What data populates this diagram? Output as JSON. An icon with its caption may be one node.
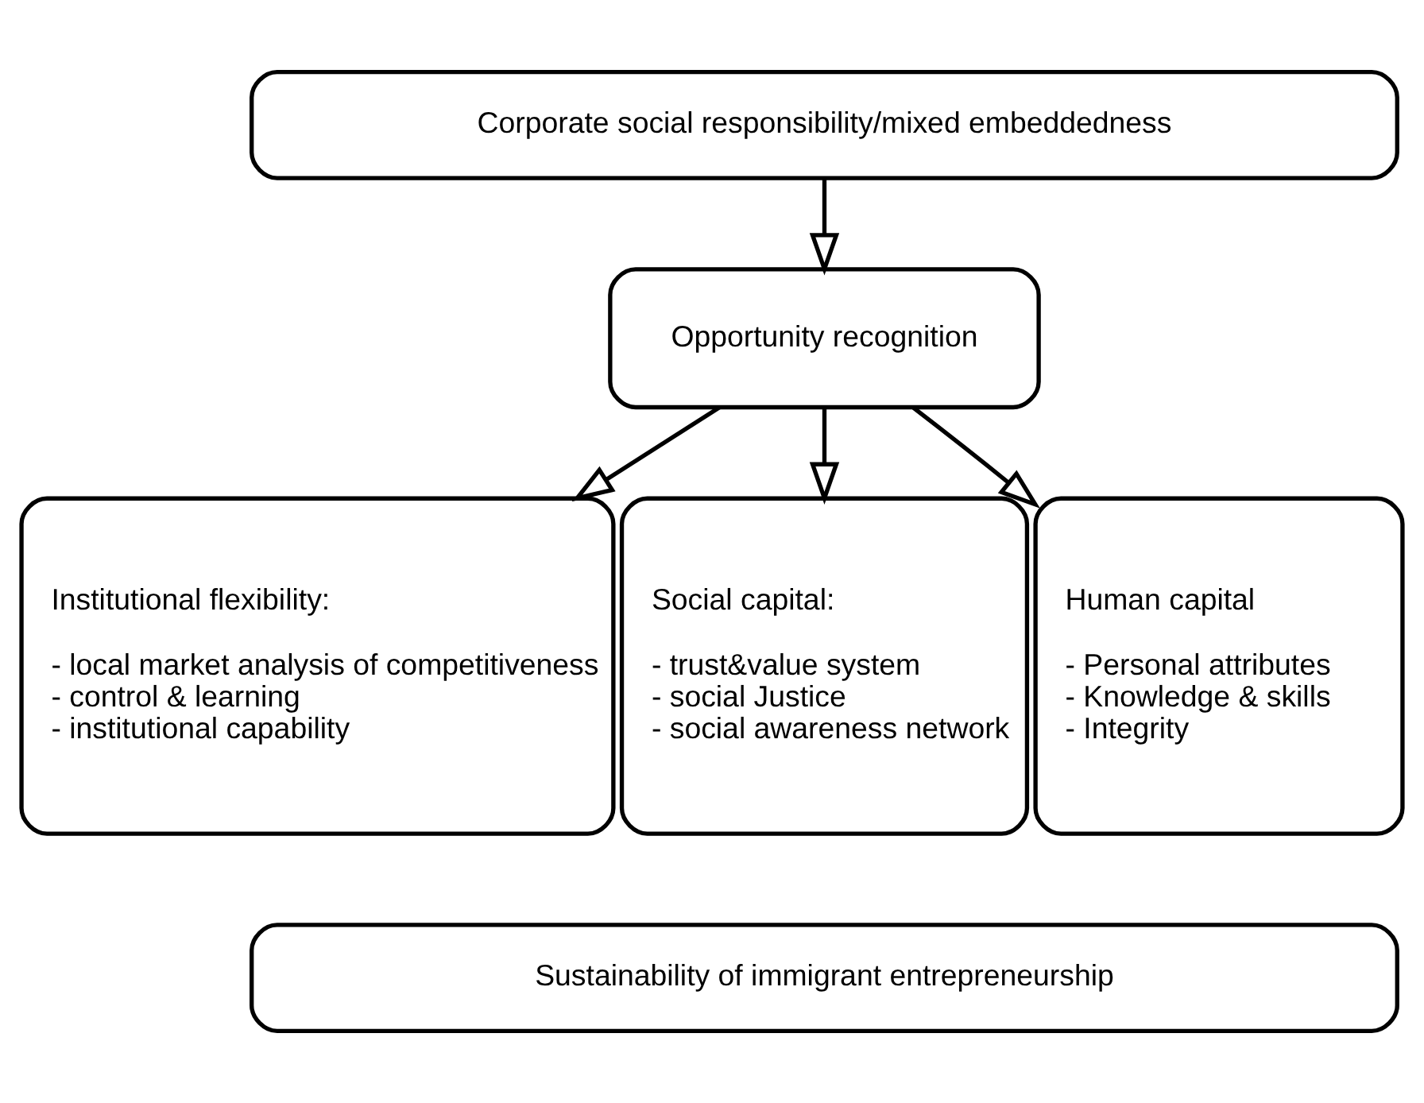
{
  "diagram": {
    "nodes": [
      {
        "text": [
          "Corporate social responsibility/mixed embeddedness"
        ]
      },
      {
        "text": [
          "Opportunity recognition"
        ]
      },
      {
        "text": [
          "Institutional flexibility:",
          "- local market analysis of competitiveness",
          "- control & learning",
          "- institutional capability"
        ]
      },
      {
        "text": [
          "Social capital:",
          "- trust&value system",
          "- social Justice",
          "- social awareness network"
        ]
      },
      {
        "text": [
          "Human capital",
          "- Personal attributes",
          "- Knowledge & skills",
          "- Integrity"
        ]
      },
      {
        "text": [
          "Sustainability of immigrant entrepreneurship"
        ]
      }
    ],
    "edges": [
      {
        "from": 0,
        "to": 1,
        "arrow": "to"
      },
      {
        "from": 1,
        "to": 2,
        "arrow": "to"
      },
      {
        "from": 1,
        "to": 3,
        "arrow": "to"
      },
      {
        "from": 1,
        "to": 4,
        "arrow": "to"
      }
    ]
  }
}
